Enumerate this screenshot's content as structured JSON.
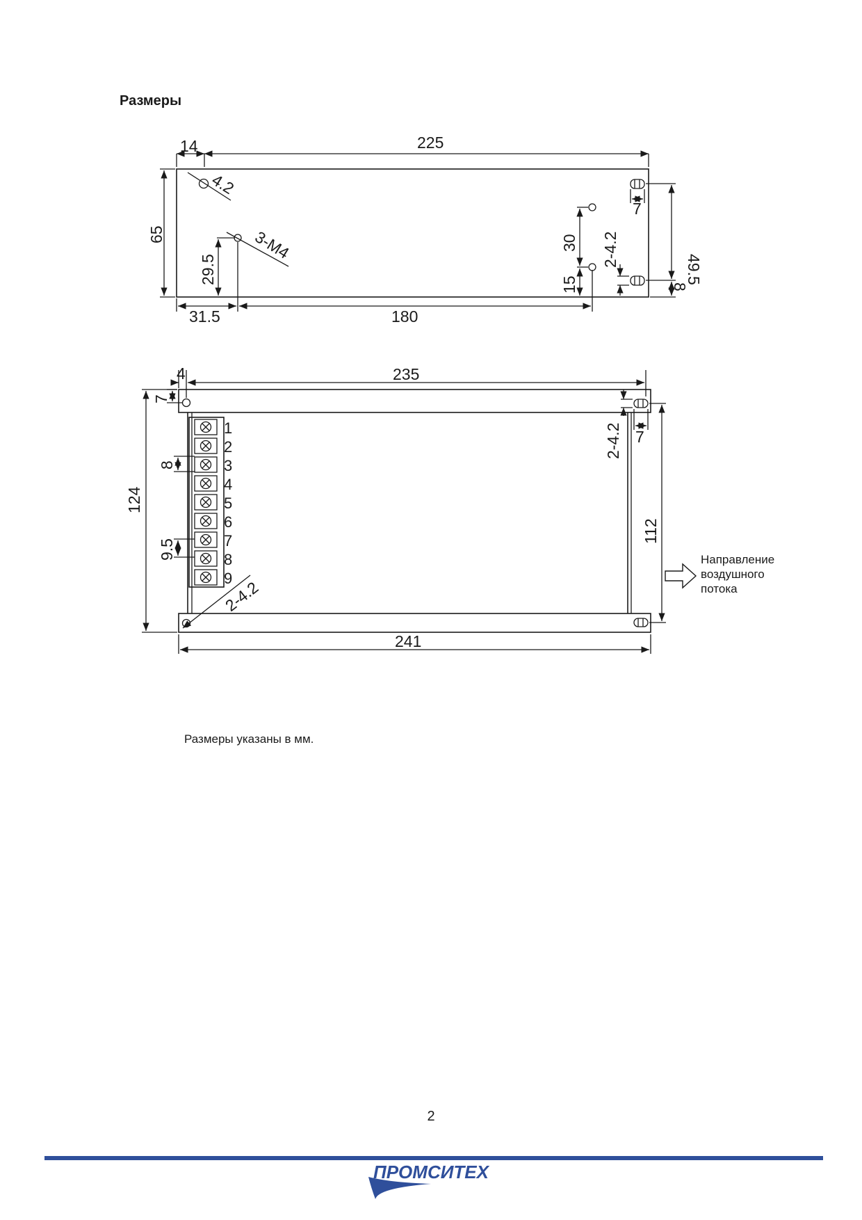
{
  "heading": "Размеры",
  "top_view": {
    "dims": {
      "d14": "14",
      "d225": "225",
      "d65": "65",
      "d4_2": "4.2",
      "d3_m4": "3-M4",
      "d29_5": "29.5",
      "d31_5": "31.5",
      "d180": "180",
      "d30": "30",
      "d15": "15",
      "d2_4_2": "2-4.2",
      "d7": "7",
      "d49_5": "49.5",
      "d8": "8"
    }
  },
  "front_view": {
    "dims": {
      "d4": "4",
      "d235": "235",
      "d7_left": "7",
      "d124": "124",
      "d8": "8",
      "d9_5": "9.5",
      "d2_4_2_diag": "2-4.2",
      "d241": "241",
      "d2_4_2_right": "2-4.2",
      "d7_right": "7",
      "d112": "112"
    },
    "terminals": [
      "1",
      "2",
      "3",
      "4",
      "5",
      "6",
      "7",
      "8",
      "9"
    ]
  },
  "airflow": {
    "line1": "Направление",
    "line2": "воздушного",
    "line3": "потока"
  },
  "note": "Размеры указаны в мм.",
  "page_number": "2",
  "logo_text": "ПРОМСИТЕХ",
  "colors": {
    "footer": "#2f4f9b",
    "ink": "#1a1a1a"
  }
}
